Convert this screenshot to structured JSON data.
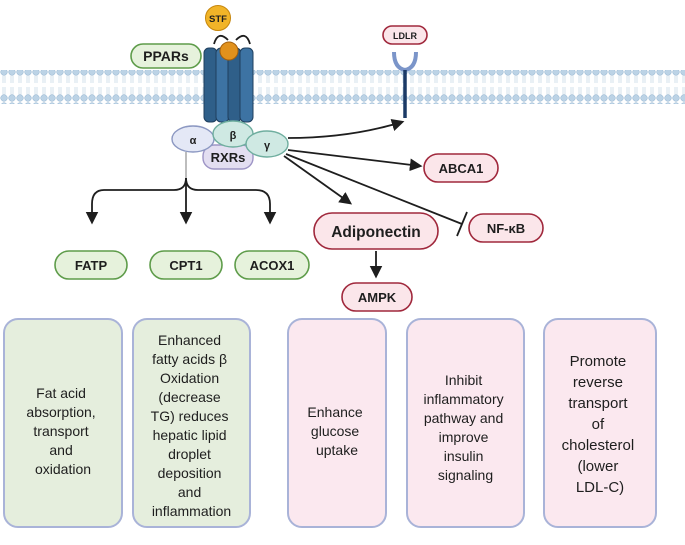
{
  "ligand": "STF",
  "receptor": "PPARs",
  "subunits": {
    "alpha": "α",
    "beta": "β",
    "gamma": "γ"
  },
  "partner": "RXRs",
  "ldlr": "LDLR",
  "targets": {
    "abca1": "ABCA1",
    "adiponectin": "Adiponectin",
    "nfkb": "NF-κB",
    "ampk": "AMPK",
    "fatp": "FATP",
    "cpt1": "CPT1",
    "acox1": "ACOX1"
  },
  "outcomes": [
    {
      "lines": [
        "Fat acid",
        "absorption,",
        "transport",
        "and",
        "oxidation"
      ]
    },
    {
      "lines": [
        "Enhanced",
        "fatty acids β",
        "Oxidation",
        "(decrease",
        "TG) reduces",
        "hepatic lipid",
        "droplet",
        "deposition",
        "and",
        "inflammation"
      ]
    },
    {
      "lines": [
        "Enhance",
        "glucose",
        "uptake"
      ]
    },
    {
      "lines": [
        "Inhibit",
        "inflammatory",
        "pathway and",
        "improve",
        "insulin",
        "signaling"
      ]
    },
    {
      "lines": [
        "Promote",
        "reverse",
        "transport",
        "of",
        "cholesterol",
        "(lower",
        "LDL-C)"
      ]
    }
  ]
}
